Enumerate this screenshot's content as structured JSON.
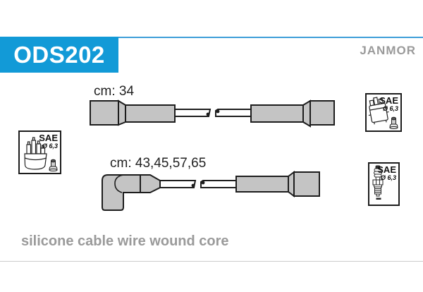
{
  "header": {
    "part_number": "ODS202",
    "brand": "JANMOR"
  },
  "diagram": {
    "cable1": {
      "label": "cm: 34"
    },
    "cable2": {
      "label": "cm: 43,45,57,65"
    },
    "boxes": {
      "coil": {
        "standard": "SAE",
        "diameter": "Ø 6,3"
      },
      "distributor": {
        "standard": "SAE",
        "diameter": "Ø 6,3"
      },
      "spark_plug": {
        "standard": "SAE",
        "diameter": "Ø 6,3"
      }
    }
  },
  "footer": {
    "description": "silicone cable wire wound core"
  },
  "colors": {
    "banner": "#129ad7",
    "rule": "#3d9ed8",
    "brand_text": "#9a9a9a",
    "cable_fill": "#c4c4c4",
    "outline": "#1d1d1d",
    "label_text": "#222222",
    "footer_text": "#9a9a9a",
    "separator": "#cccccc"
  }
}
